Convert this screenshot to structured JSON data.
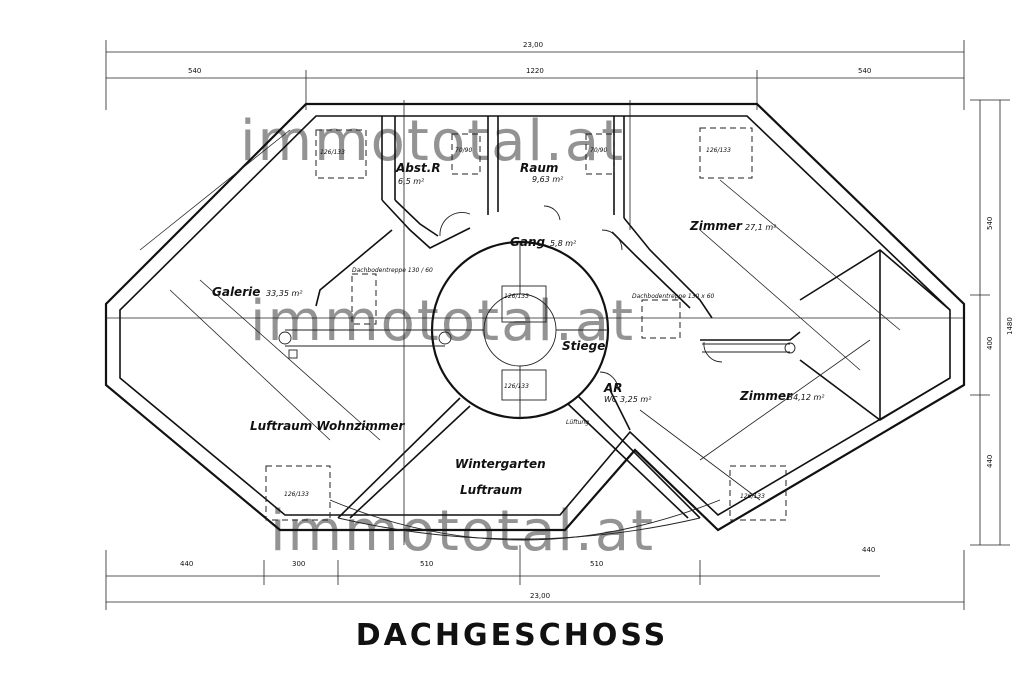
{
  "title": "DACHGESCHOSS",
  "watermark": "immototal.at",
  "dimensions": {
    "top_total": "23,00",
    "top_left": "540",
    "top_middle": "1220",
    "top_right": "540",
    "bottom_total": "23,00",
    "bottom_1": "440",
    "bottom_2": "300",
    "bottom_3": "510",
    "bottom_4": "510",
    "bottom_5": "440",
    "right_total": "1480",
    "right_top": "540",
    "right_middle": "400",
    "right_bottom": "440"
  },
  "rooms": {
    "abst_r": {
      "name": "Abst.R",
      "area": "6,5 m²"
    },
    "raum": {
      "name": "Raum",
      "area": "9,63 m²"
    },
    "gang": {
      "name": "Gang",
      "area": "5,8 m²"
    },
    "zimmer_top": {
      "name": "Zimmer",
      "area": "27,1 m²"
    },
    "galerie": {
      "name": "Galerie",
      "area": "33,35 m²"
    },
    "stiege": {
      "name": "Stiege"
    },
    "ar": {
      "name": "AR",
      "sub": "WC 3,25 m²"
    },
    "zimmer_right": {
      "name": "Zimmer",
      "area": "34,12 m²"
    },
    "luftraum": {
      "name": "Luftraum Wohnzimmer"
    },
    "wintergarten": {
      "name": "Wintergarten"
    },
    "wintergarten_sub": {
      "name": "Luftraum"
    },
    "lueftung": {
      "name": "Lüftung"
    }
  },
  "annotations": {
    "dachbodentreppe_left": "Dachbodentreppe 130 / 60",
    "dachbodentreppe_right": "Dachbodentreppe 130 x 60",
    "window_label": "126/133",
    "window_small": "70/90"
  }
}
